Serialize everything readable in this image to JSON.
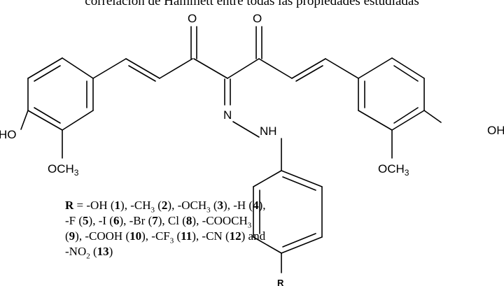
{
  "caption": "correlación de Hammett entre todas las propiedades estudiadas",
  "atoms": {
    "o_left": "O",
    "o_right": "O",
    "ho_left": "HO",
    "oh_right": "OH",
    "och3_left": "OCH",
    "och3_left_sub": "3",
    "och3_right": "OCH",
    "och3_right_sub": "3",
    "n_imine": "N",
    "nh": "NH",
    "r_group": "R"
  },
  "substituents": {
    "label": "R",
    "eq": " = ",
    "list": [
      {
        "group": "-OH",
        "sub": "",
        "num": "1"
      },
      {
        "group": "-CH",
        "sub": "3",
        "num": "2"
      },
      {
        "group": "-OCH",
        "sub": "3",
        "num": "3"
      },
      {
        "group": "-H",
        "sub": "",
        "num": "4"
      },
      {
        "group": "-F",
        "sub": "",
        "num": "5"
      },
      {
        "group": "-I",
        "sub": "",
        "num": "6"
      },
      {
        "group": "-Br",
        "sub": "",
        "num": "7"
      },
      {
        "group": "Cl",
        "sub": "",
        "num": "8"
      },
      {
        "group": "-COOCH",
        "sub": "3",
        "num": "9"
      },
      {
        "group": "-COOH",
        "sub": "",
        "num": "10"
      },
      {
        "group": "-CF",
        "sub": "3",
        "num": "11"
      },
      {
        "group": "-CN",
        "sub": "",
        "num": "12"
      },
      {
        "group": "-NO",
        "sub": "2",
        "num": "13"
      }
    ],
    "conj": "and"
  }
}
